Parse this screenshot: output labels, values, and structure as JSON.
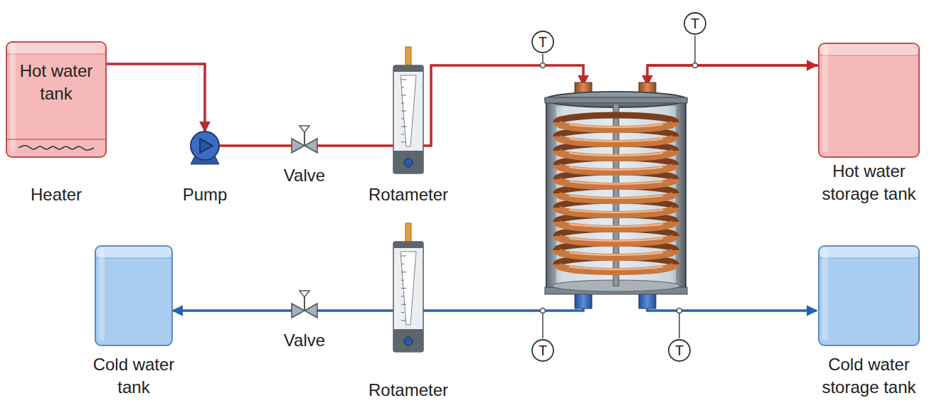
{
  "diagram": {
    "nodes": [
      {
        "text": [
          "Hot water tank",
          "Heater"
        ]
      },
      {
        "text": [
          "Pump"
        ]
      },
      {
        "text": [
          "Valve"
        ]
      },
      {
        "text": [
          "Rotameter"
        ]
      },
      {
        "text": [
          "T"
        ]
      },
      {
        "text": [
          "T"
        ]
      },
      {
        "text": [
          "Hot water storage tank"
        ]
      },
      {
        "text": [
          "Cold water tank"
        ]
      },
      {
        "text": [
          "Valve"
        ]
      },
      {
        "text": [
          "Rotameter"
        ]
      },
      {
        "text": [
          "T"
        ]
      },
      {
        "text": [
          "T"
        ]
      },
      {
        "text": [
          "Cold water storage tank"
        ]
      }
    ],
    "edges": [
      {
        "from": 0,
        "to": 1,
        "arrow": "to"
      },
      {
        "from": 1,
        "to": 2,
        "arrow": "none"
      },
      {
        "from": 2,
        "to": 3,
        "arrow": "none"
      },
      {
        "from": 9,
        "to": 8,
        "arrow": "none"
      },
      {
        "from": 8,
        "to": 7,
        "arrow": "to"
      }
    ]
  }
}
